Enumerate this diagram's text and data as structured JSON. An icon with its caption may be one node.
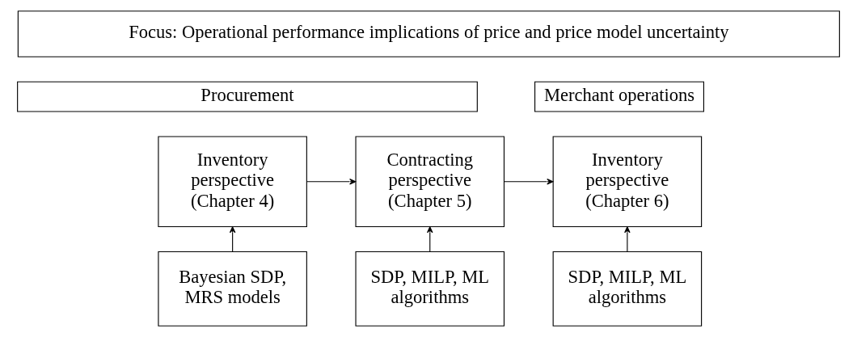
{
  "diagram": {
    "nodes": [
      {
        "text": [
          "Focus: Operational performance implications of price and price model uncertainty"
        ]
      },
      {
        "text": [
          "Procurement"
        ]
      },
      {
        "text": [
          "Merchant operations"
        ]
      },
      {
        "text": [
          "Inventory perspective (Chapter 4)"
        ]
      },
      {
        "text": [
          "Contracting perspective (Chapter 5)"
        ]
      },
      {
        "text": [
          "Inventory perspective (Chapter 6)"
        ]
      },
      {
        "text": [
          "Bayesian SDP, MRS models"
        ]
      },
      {
        "text": [
          "SDP, MILP, ML algorithms"
        ]
      },
      {
        "text": [
          "SDP, MILP, ML algorithms"
        ]
      }
    ],
    "edges": [
      {
        "from": 3,
        "to": 4,
        "arrow": "to"
      },
      {
        "from": 4,
        "to": 5,
        "arrow": "to"
      },
      {
        "from": 6,
        "to": 3,
        "arrow": "to"
      },
      {
        "from": 7,
        "to": 4,
        "arrow": "to"
      },
      {
        "from": 8,
        "to": 5,
        "arrow": "to"
      }
    ]
  }
}
